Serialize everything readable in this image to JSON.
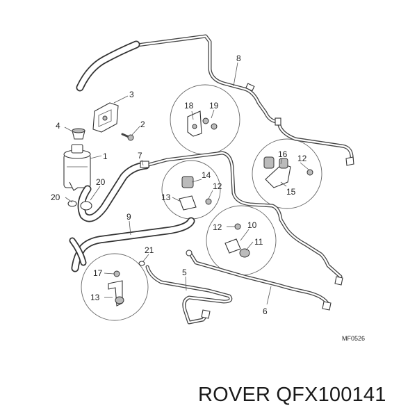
{
  "callouts": [
    "1",
    "2",
    "3",
    "4",
    "5",
    "6",
    "7",
    "8",
    "9",
    "10",
    "11",
    "12",
    "12",
    "12",
    "13",
    "13",
    "14",
    "15",
    "16",
    "17",
    "18",
    "19",
    "20",
    "20",
    "21"
  ],
  "diagram_ref": "MF0526",
  "caption": "ROVER QFX100141"
}
